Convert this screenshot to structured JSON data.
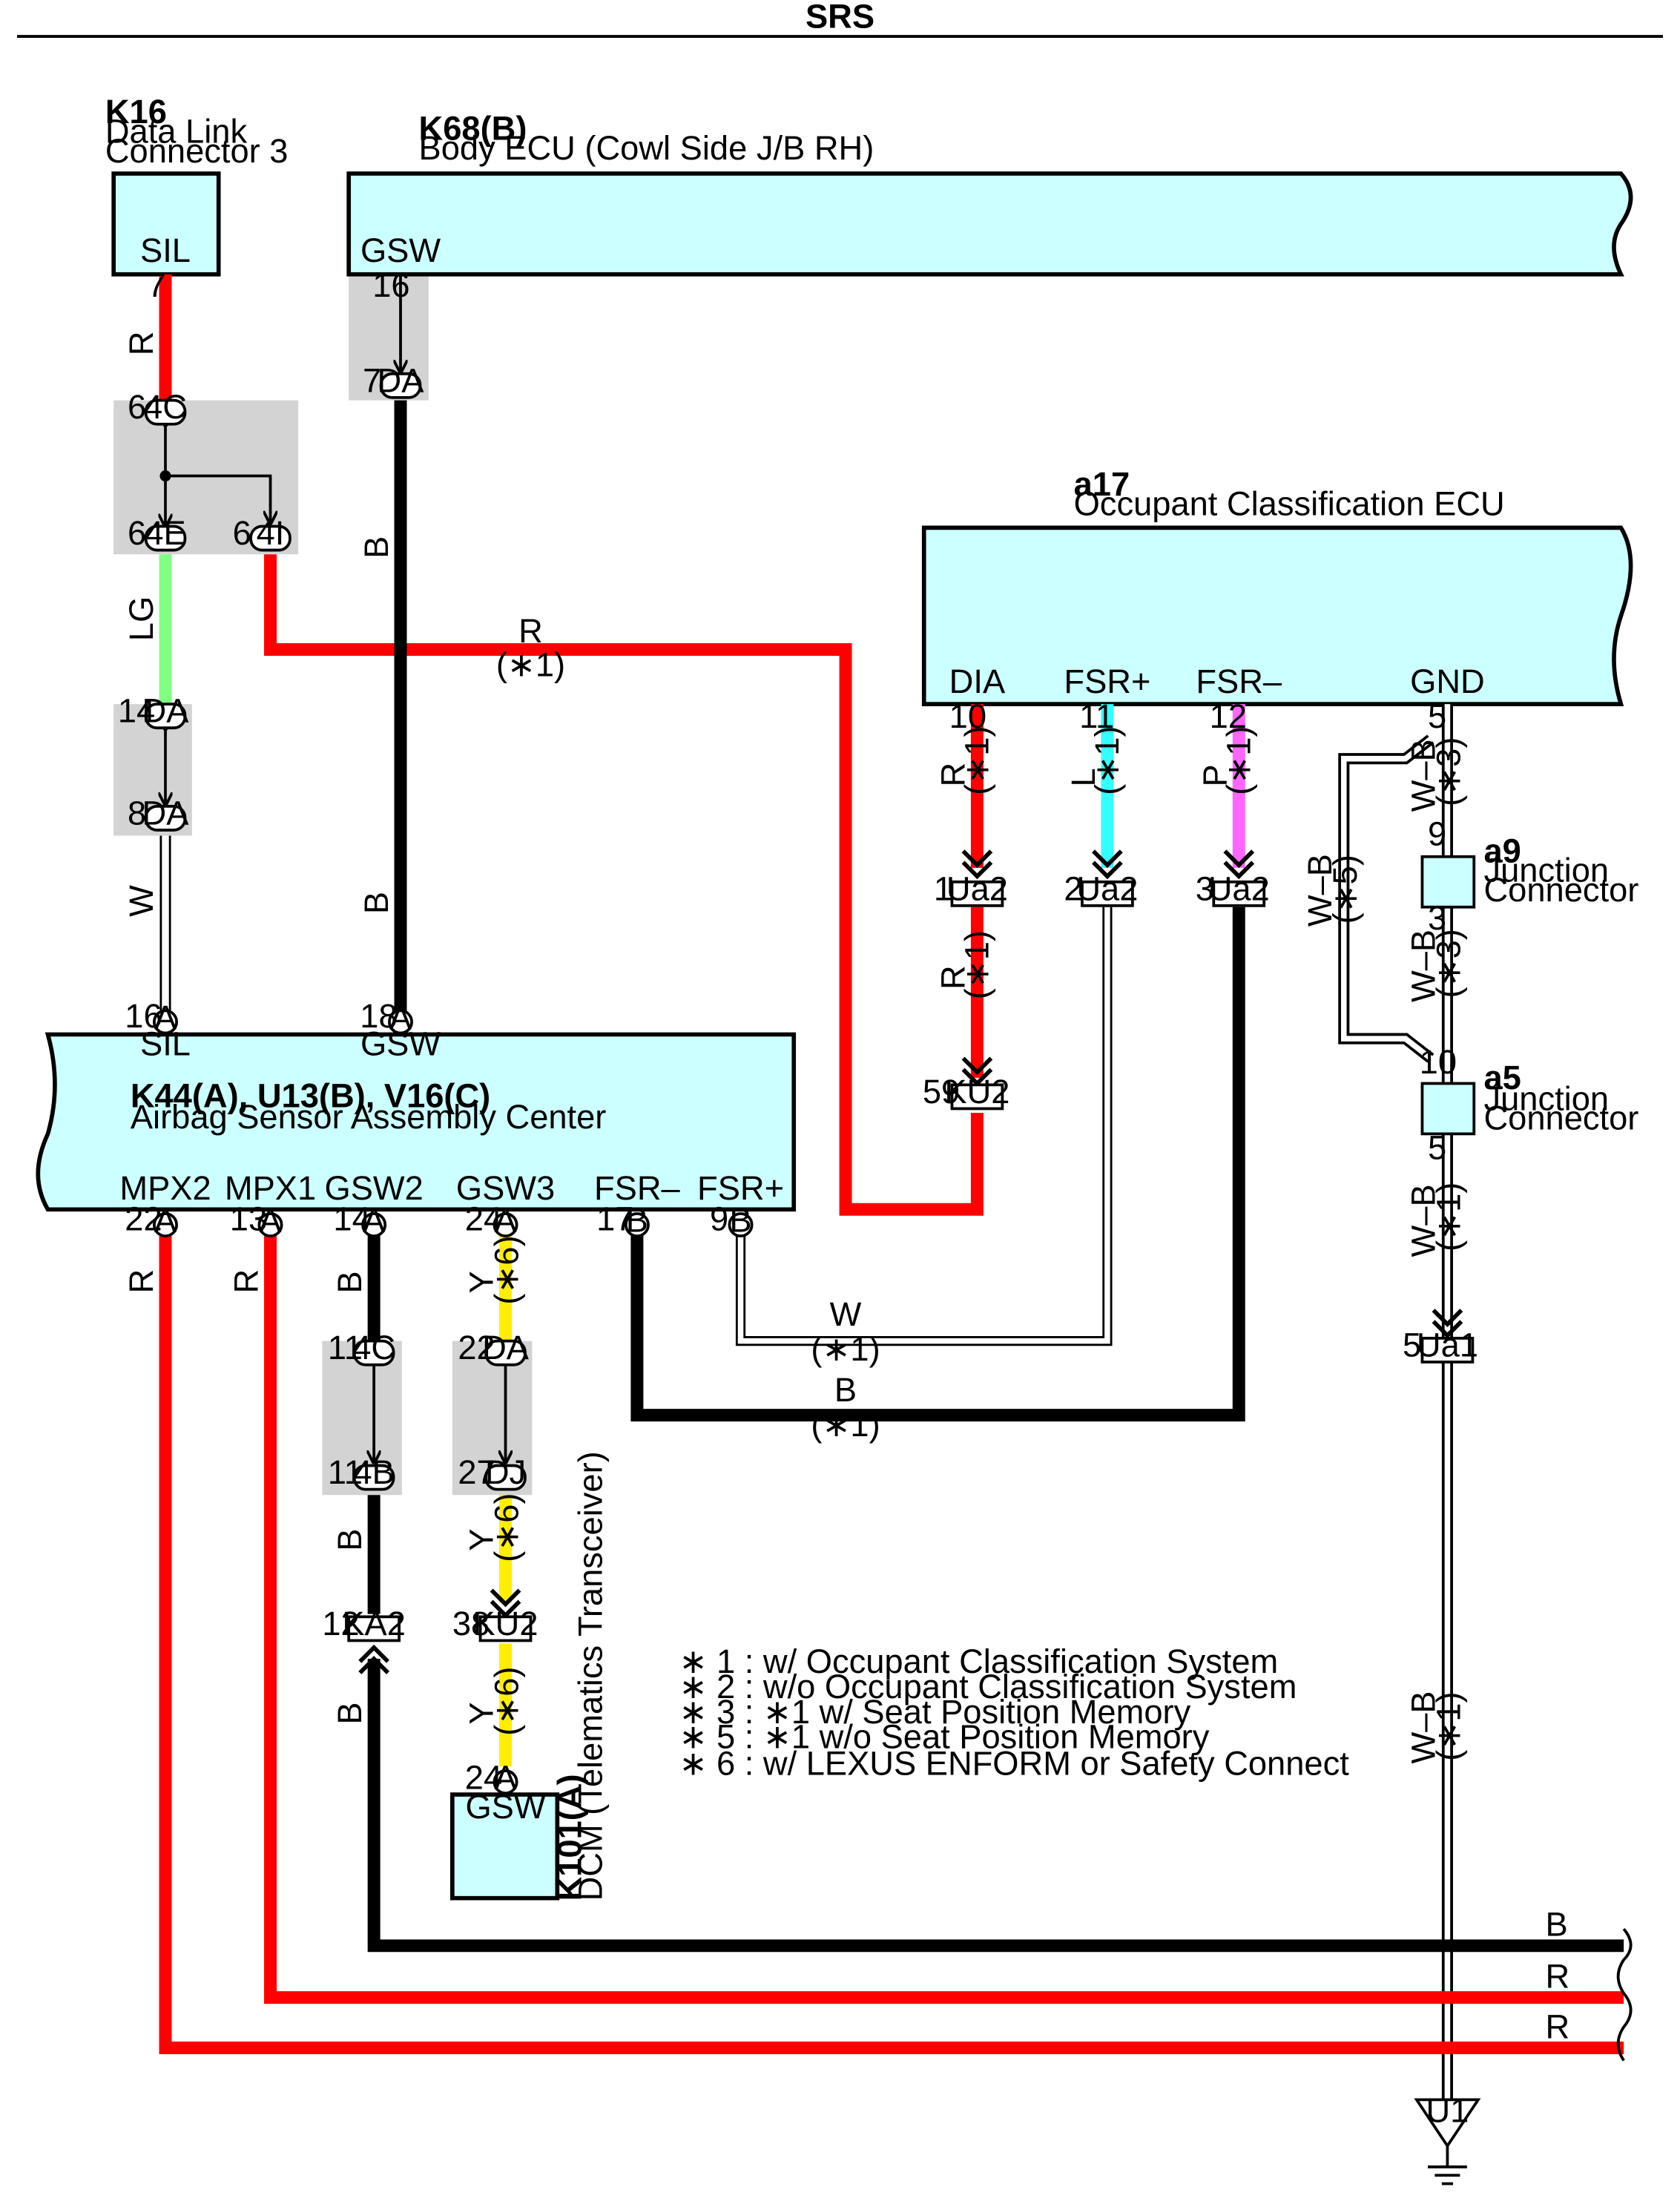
{
  "title": "SRS",
  "colors": {
    "box_fill": "#ccffff",
    "splice_gray": "#d3d3d3",
    "wire_R": "#ff0000",
    "wire_LG": "#80ff80",
    "wire_B": "#000000",
    "wire_L": "#33ffff",
    "wire_P": "#ff66ff",
    "wire_Y": "#ffee00"
  },
  "components": {
    "k16": {
      "code": "K16",
      "name1": "Data Link",
      "name2": "Connector 3",
      "pin": "SIL"
    },
    "k68": {
      "code": "K68(B)",
      "name": "Body ECU (Cowl Side J/B RH)",
      "pin": "GSW"
    },
    "a17": {
      "code": "a17",
      "name": "Occupant Classification ECU",
      "pins": [
        "DIA",
        "FSR+",
        "FSR–",
        "GND"
      ]
    },
    "k44": {
      "code": "K44(A), U13(B), V16(C)",
      "name": "Airbag Sensor Assembly Center",
      "top_pins": [
        "SIL",
        "GSW"
      ],
      "bottom_pins": [
        "MPX2",
        "MPX1",
        "GSW2",
        "GSW3",
        "FSR–",
        "FSR+"
      ]
    },
    "k101": {
      "code": "K101(A)",
      "name": "DCM (Telematics Transceiver)",
      "pin": "GSW"
    },
    "a9": {
      "code": "a9",
      "name1": "Junction",
      "name2": "Connector"
    },
    "a5": {
      "code": "a5",
      "name1": "Junction",
      "name2": "Connector"
    },
    "ground": "U1"
  },
  "connectors": {
    "c4C_top": "4C",
    "c4E": "4E",
    "c4I": "4I",
    "cDA_14": "DA",
    "cDA_8": "DA",
    "cDA_7": "DA",
    "cA_16": "A",
    "cA_18": "A",
    "cUa2_1": "Ua2",
    "cUa2_2": "Ua2",
    "cUa2_3": "Ua2",
    "cKU2_59": "KU2",
    "cA_22": "A",
    "cA_13": "A",
    "cA_14": "A",
    "cA_24": "A",
    "cB_17": "B",
    "cB_9": "B",
    "c4C_11": "4C",
    "c4B_11": "4B",
    "cDA_22": "DA",
    "cDJ_27": "DJ",
    "cKA2_12": "KA2",
    "cKU2_38": "KU2",
    "cA_24b": "A",
    "cUa1_5": "Ua1"
  },
  "pins": {
    "p7a": "7",
    "p6a": "6",
    "p6b": "6",
    "p6c": "6",
    "p14": "14",
    "p8": "8",
    "p16top": "16",
    "p7b": "7",
    "p16": "16",
    "p18": "18",
    "p10": "10",
    "p11": "11",
    "p12": "12",
    "p5gnd": "5",
    "p1": "1",
    "p2": "2",
    "p3": "3",
    "p59": "59",
    "p9a9": "9",
    "p3a9": "3",
    "p10a5": "10",
    "p5a5": "5",
    "p22": "22",
    "p13": "13",
    "p14b": "14",
    "p24": "24",
    "p17": "17",
    "p9": "9",
    "p11a": "11",
    "p11b": "11",
    "p22b": "22",
    "p27": "27",
    "p38": "38",
    "p24b": "24",
    "p5ua1": "5"
  },
  "wire_labels": {
    "R": "R",
    "LG": "LG",
    "W": "W",
    "B": "B",
    "L": "L",
    "P": "P",
    "Y": "Y",
    "WB": "W–B"
  },
  "notes": {
    "n1": "(∗1)",
    "n3": "(∗3)",
    "n5": "(∗5)",
    "n6": "(∗6)"
  },
  "legend": [
    "∗ 1 : w/ Occupant Classification System",
    "∗ 2 : w/o Occupant Classification System",
    "∗ 3 : ∗1 w/ Seat Position Memory",
    "∗ 5 : ∗1 w/o Seat Position Memory",
    "∗ 6 : w/ LEXUS ENFORM or Safety Connect"
  ]
}
